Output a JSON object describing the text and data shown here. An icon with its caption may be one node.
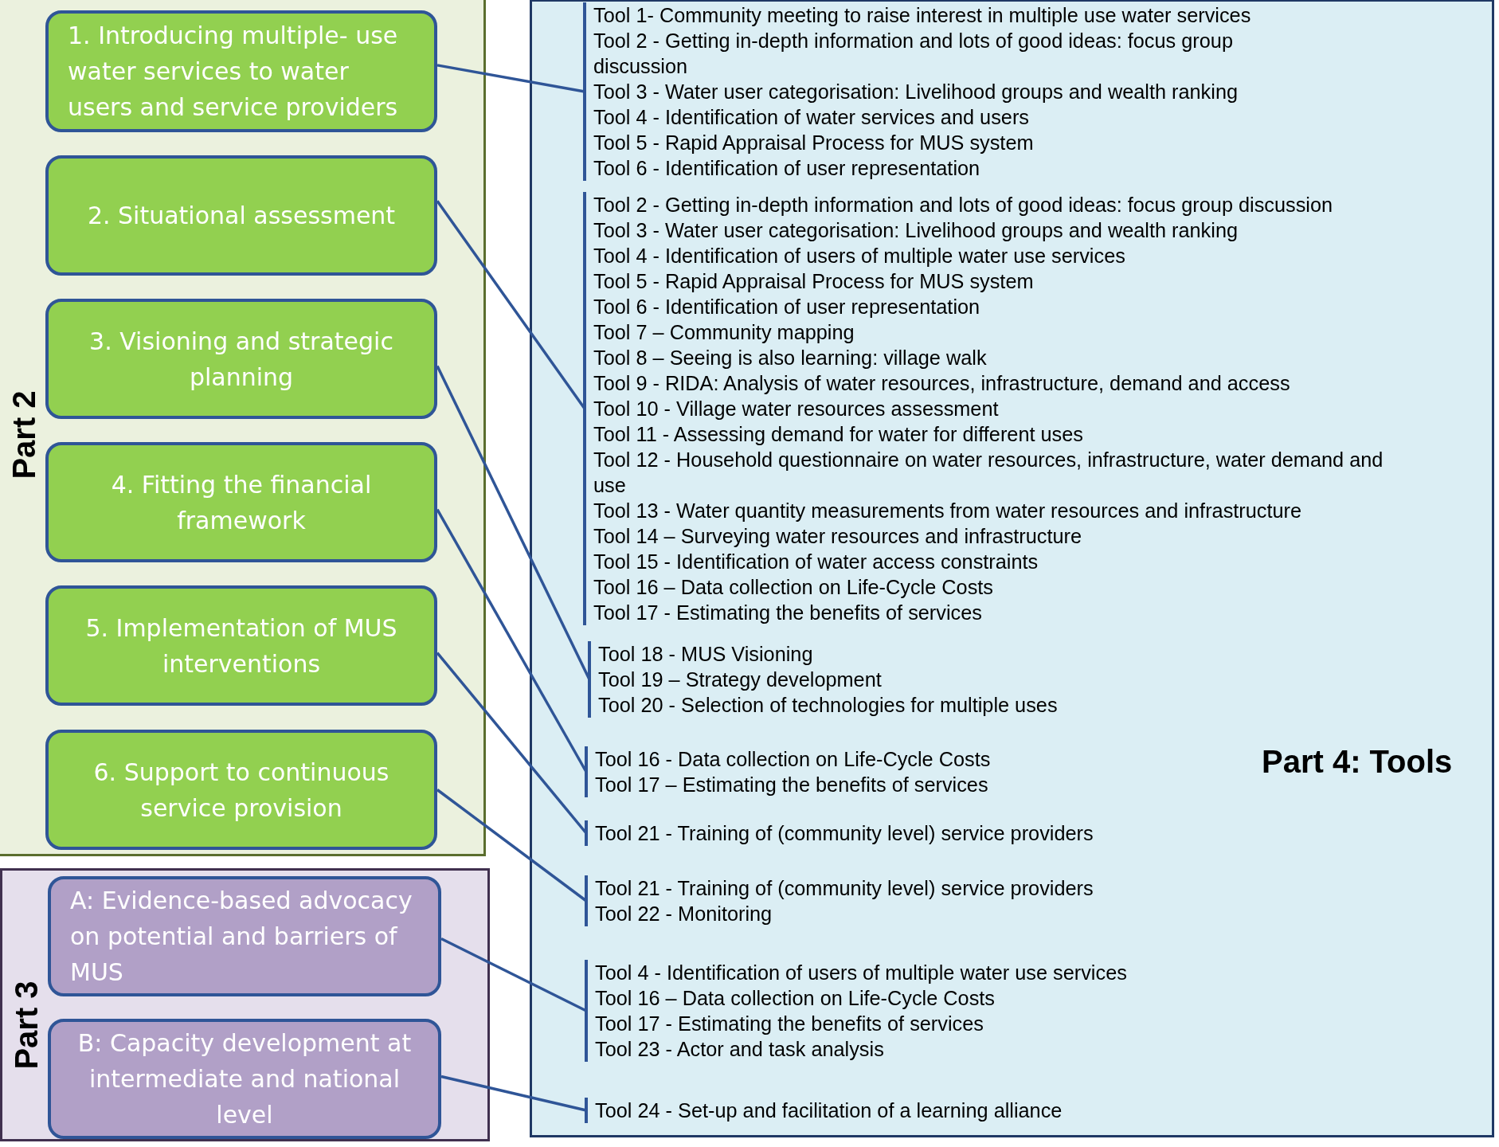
{
  "diagram": {
    "nodes": [
      {
        "text": [
          "Part 2"
        ]
      },
      {
        "text": [
          "1. Introducing multiple- use water services to water users and service providers"
        ],
        "in": 0
      },
      {
        "text": [
          "2. Situational assessment"
        ],
        "in": 0
      },
      {
        "text": [
          "3. Visioning and strategic planning"
        ],
        "in": 0
      },
      {
        "text": [
          "4. Fitting the financial framework"
        ],
        "in": 0
      },
      {
        "text": [
          "5. Implementation of MUS interventions"
        ],
        "in": 0
      },
      {
        "text": [
          "6. Support to continuous service provision"
        ],
        "in": 0
      },
      {
        "text": [
          "Part 3"
        ]
      },
      {
        "text": [
          "A: Evidence-based advocacy on potential and barriers of MUS"
        ],
        "in": 7
      },
      {
        "text": [
          "B: Capacity development at intermediate and national level"
        ],
        "in": 7
      },
      {
        "text": [
          "Part 4: Tools"
        ]
      },
      {
        "text": [
          "Tool 1- Community meeting to raise interest in multiple use water services",
          "Tool 2 - Getting in-depth information and lots of good ideas: focus group discussion",
          "Tool 3 - Water user categorisation: Livelihood groups and wealth ranking",
          "Tool 4 - Identification of water services and users",
          "Tool 5 - Rapid Appraisal Process for MUS system",
          "Tool 6 - Identification of user representation"
        ],
        "in": 10
      },
      {
        "text": [
          "Tool 2 - Getting in-depth information and lots of good ideas: focus group discussion",
          "Tool 3 - Water user categorisation: Livelihood groups and wealth ranking",
          "Tool 4 - Identification of users of multiple water use services",
          "Tool 5 - Rapid Appraisal Process for MUS system",
          "Tool 6 - Identification of user representation",
          "Tool 7 – Community mapping",
          "Tool 8 – Seeing is also learning: village walk",
          "Tool 9 - RIDA: Analysis of water resources, infrastructure, demand and access",
          "Tool 10 - Village water resources assessment",
          "Tool 11 - Assessing demand for water for different uses",
          "Tool 12 - Household questionnaire on water resources, infrastructure, water demand and use",
          "Tool 13 - Water quantity measurements from water resources and infrastructure",
          "Tool 14 – Surveying water resources and infrastructure",
          "Tool 15 - Identification of water access constraints",
          "Tool 16 – Data collection on Life-Cycle Costs",
          "Tool 17 - Estimating the benefits of services"
        ],
        "in": 10
      },
      {
        "text": [
          "Tool 18 - MUS Visioning",
          "Tool 19 – Strategy development",
          "Tool 20 - Selection of technologies for multiple uses"
        ],
        "in": 10
      },
      {
        "text": [
          "Tool 16 - Data collection on Life-Cycle Costs",
          "Tool 17 – Estimating the benefits of services"
        ],
        "in": 10
      },
      {
        "text": [
          "Tool 21 - Training of (community level) service providers"
        ],
        "in": 10
      },
      {
        "text": [
          "Tool 21 - Training of (community level) service providers",
          "Tool 22 - Monitoring"
        ],
        "in": 10
      },
      {
        "text": [
          "Tool 4 - Identification of users of multiple water use services",
          "Tool 16 – Data collection on Life-Cycle Costs",
          "Tool 17 - Estimating the benefits of services",
          "Tool 23 - Actor and task analysis"
        ],
        "in": 10
      },
      {
        "text": [
          "Tool 24 - Set-up and facilitation of a learning alliance"
        ],
        "in": 10
      }
    ],
    "edges": [
      {
        "from": 1,
        "to": 11,
        "arrow": "none"
      },
      {
        "from": 2,
        "to": 12,
        "arrow": "none"
      },
      {
        "from": 3,
        "to": 13,
        "arrow": "none"
      },
      {
        "from": 4,
        "to": 14,
        "arrow": "none"
      },
      {
        "from": 5,
        "to": 15,
        "arrow": "none"
      },
      {
        "from": 6,
        "to": 16,
        "arrow": "none"
      },
      {
        "from": 8,
        "to": 17,
        "arrow": "none"
      },
      {
        "from": 9,
        "to": 18,
        "arrow": "none"
      }
    ]
  }
}
